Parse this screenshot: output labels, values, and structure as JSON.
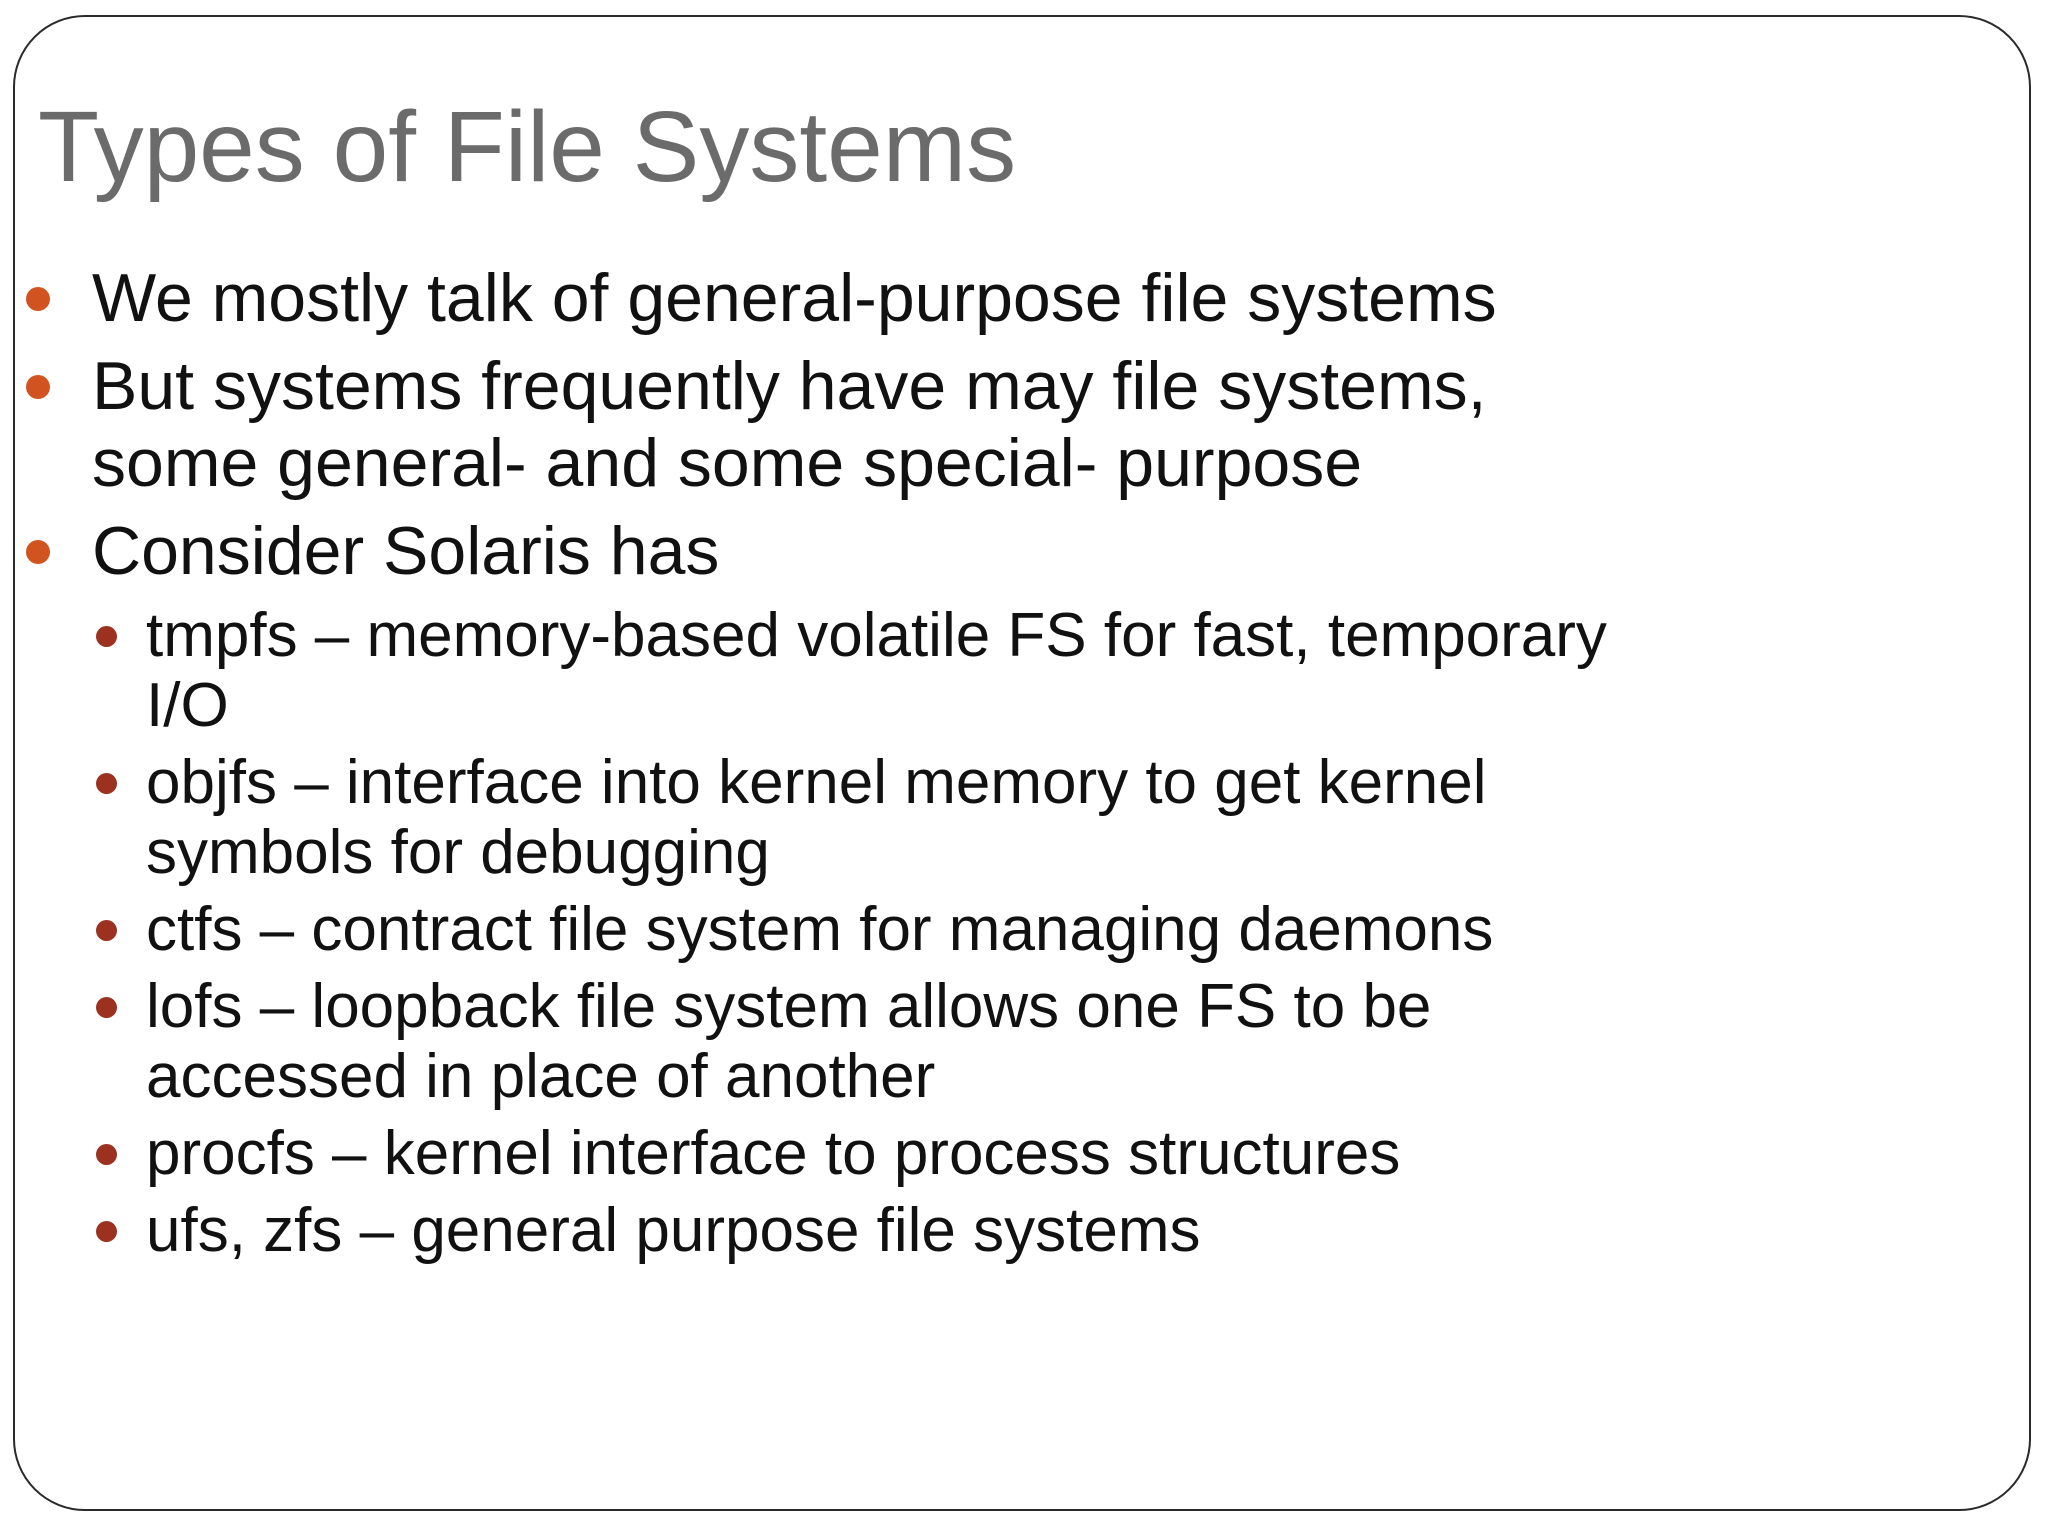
{
  "slide": {
    "title": "Types of File Systems",
    "colors": {
      "title_text": "#6b6b6b",
      "body_text": "#111111",
      "level1_bullet": "#d1531f",
      "level2_bullet": "#9c3120",
      "frame_border": "#2a2a2a",
      "background": "#ffffff"
    },
    "bullets": [
      {
        "level": 1,
        "text": "We mostly talk of general-purpose file systems"
      },
      {
        "level": 1,
        "text": "But systems frequently have may file systems, some general- and some special- purpose"
      },
      {
        "level": 1,
        "text": "Consider Solaris has"
      },
      {
        "level": 2,
        "text": "tmpfs – memory-based volatile FS for fast, temporary I/O"
      },
      {
        "level": 2,
        "text": "objfs – interface into kernel memory to get kernel symbols for debugging"
      },
      {
        "level": 2,
        "text": "ctfs – contract file system for managing daemons"
      },
      {
        "level": 2,
        "text": "lofs – loopback file system allows one FS to be accessed in place of another"
      },
      {
        "level": 2,
        "text": "procfs – kernel interface to process structures"
      },
      {
        "level": 2,
        "text": "ufs, zfs – general purpose file systems"
      }
    ]
  }
}
